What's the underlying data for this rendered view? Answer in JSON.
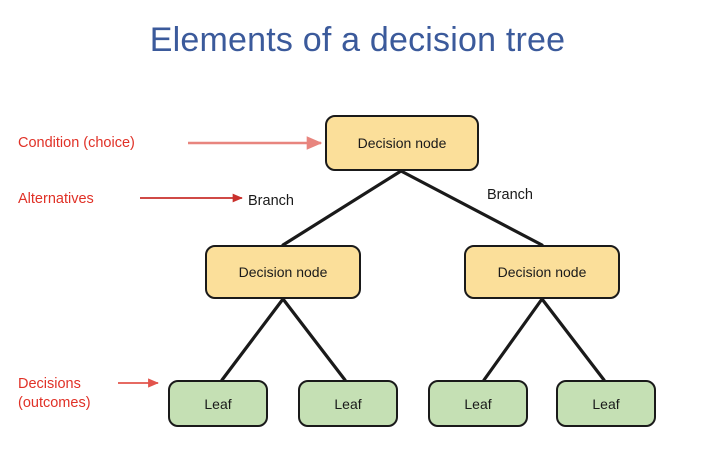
{
  "slide": {
    "title": "Elements of a decision tree",
    "title_color": "#3b5a9b",
    "background_color": "#ffffff"
  },
  "palette": {
    "decision_fill": "#fbdf9a",
    "leaf_fill": "#c5e0b4",
    "node_border": "#1a1a1a",
    "edge_color": "#1a1a1a",
    "annotation_red": "#e03127",
    "arrow_light_red": "#e8857e"
  },
  "tree": {
    "root": {
      "label": "Decision node",
      "type": "decision"
    },
    "mid": [
      {
        "label": "Decision node",
        "type": "decision"
      },
      {
        "label": "Decision node",
        "type": "decision"
      }
    ],
    "leaves": [
      {
        "label": "Leaf",
        "type": "leaf"
      },
      {
        "label": "Leaf",
        "type": "leaf"
      },
      {
        "label": "Leaf",
        "type": "leaf"
      },
      {
        "label": "Leaf",
        "type": "leaf"
      }
    ]
  },
  "branch_labels": [
    {
      "label": "Branch"
    },
    {
      "label": "Branch"
    }
  ],
  "annotations": [
    {
      "label": "Condition (choice)",
      "points_to": "root-decision-node"
    },
    {
      "label": "Alternatives",
      "points_to": "branch"
    },
    {
      "label": "Decisions\n(outcomes)",
      "points_to": "leaf"
    }
  ]
}
